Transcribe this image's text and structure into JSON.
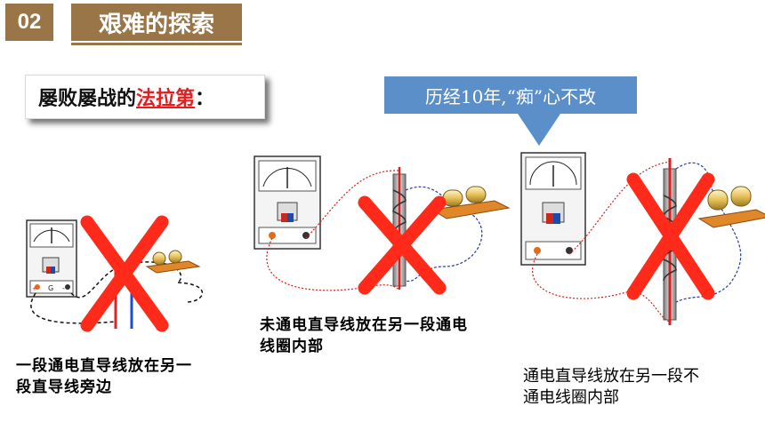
{
  "header": {
    "section_number": "02",
    "section_title": "艰难的探索"
  },
  "subtitle": {
    "prefix": "屡败屡战的",
    "highlight": "法拉第",
    "suffix": "："
  },
  "callout": {
    "text": "历经10年,“痴”心不改"
  },
  "experiments": [
    {
      "caption_line1": "一段通电直导线放在另一",
      "caption_line2": "段直导线旁边",
      "meter_labels": [
        "+",
        "G",
        "-"
      ]
    },
    {
      "caption_line1": "未通电直导线放在另一段通电",
      "caption_line2": "线圈内部"
    },
    {
      "caption_line1": "通电直导线放在另一段不",
      "caption_line2": "通电线圈内部"
    }
  ],
  "colors": {
    "brand": "#9a7548",
    "callout": "#5b8fc9",
    "highlight": "#e41e1e",
    "cross": "#ff2a1a"
  }
}
